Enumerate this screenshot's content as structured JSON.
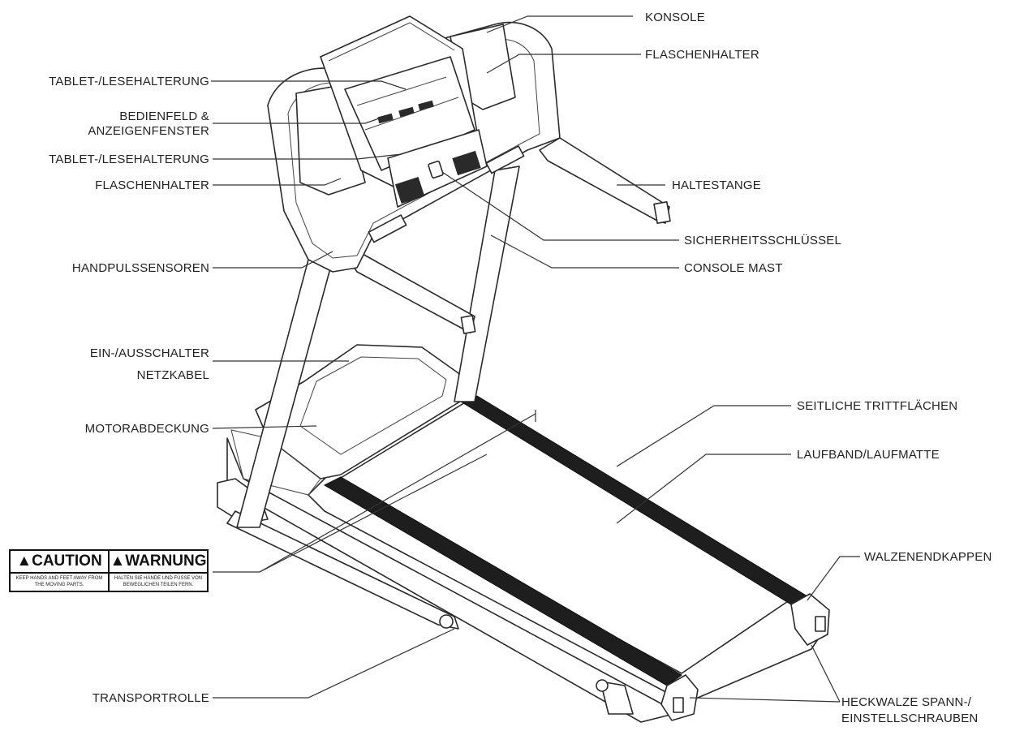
{
  "labels": {
    "konsole": "KONSOLE",
    "flaschenhalter_top": "FLASCHENHALTER",
    "tablet_top": "TABLET-/LESEHALTERUNG",
    "bedienfeld_1": "BEDIENFELD &",
    "bedienfeld_2": "ANZEIGENFENSTER",
    "tablet_bottom": "TABLET-/LESEHALTERUNG",
    "flaschenhalter_left": "FLASCHENHALTER",
    "haltestange": "HALTESTANGE",
    "sicherheitsschluessel": "SICHERHEITSSCHLÜSSEL",
    "handpuls": "HANDPULSSENSOREN",
    "console_mast": "CONSOLE MAST",
    "schalter_1": "EIN-/AUSSCHALTER",
    "schalter_2": "NETZKABEL",
    "seitliche": "SEITLICHE TRITTFLÄCHEN",
    "laufband": "LAUFBAND/LAUFMATTE",
    "motorabdeckung": "MOTORABDECKUNG",
    "walzenendkappen": "WALZENENDKAPPEN",
    "transportrolle": "TRANSPORTROLLE",
    "heckwalze_1": "HECKWALZE SPANN-/",
    "heckwalze_2": "EINSTELLSCHRAUBEN"
  },
  "warning_sticker": {
    "caution_title": "▲CAUTION",
    "caution_text": "Keep hands and feet away from the moving parts.",
    "warnung_title": "▲WARNUNG",
    "warnung_text": "Halten Sie Hände und Füsse von beweglichen Teilen fern."
  }
}
